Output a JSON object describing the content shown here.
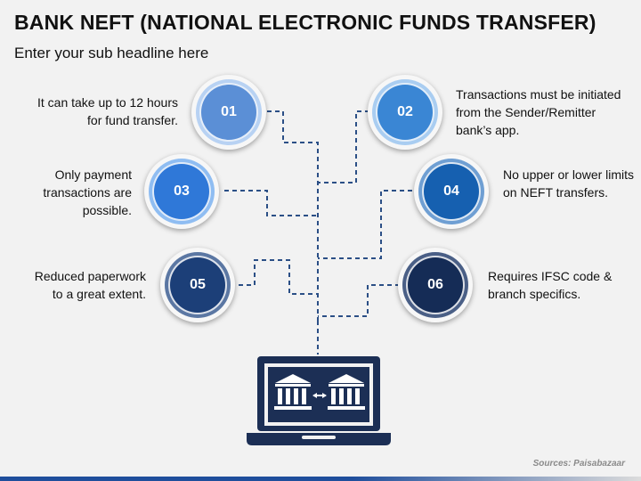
{
  "header": {
    "title": "BANK NEFT (NATIONAL ELECTRONIC FUNDS TRANSFER)",
    "subtitle": "Enter your sub headline here"
  },
  "steps": [
    {
      "number": "01",
      "text": "It can take up to 12 hours for fund transfer.",
      "color": "#5b8fd6"
    },
    {
      "number": "02",
      "text": "Transactions must be initiated from the Sender/Remitter bank’s app.",
      "color": "#3a86d4"
    },
    {
      "number": "03",
      "text": "Only payment transactions are possible.",
      "color": "#2f78d8"
    },
    {
      "number": "04",
      "text": "No upper or lower limits on NEFT transfers.",
      "color": "#1660b0"
    },
    {
      "number": "05",
      "text": "Reduced paperwork to a great extent.",
      "color": "#1c3f78"
    },
    {
      "number": "06",
      "text": "Requires IFSC code & branch specifics.",
      "color": "#152c56"
    }
  ],
  "illustration": {
    "icon": "laptop-bank-transfer-icon",
    "color": "#1c2f55"
  },
  "footer": {
    "source": "Sources: Paisabazaar"
  }
}
